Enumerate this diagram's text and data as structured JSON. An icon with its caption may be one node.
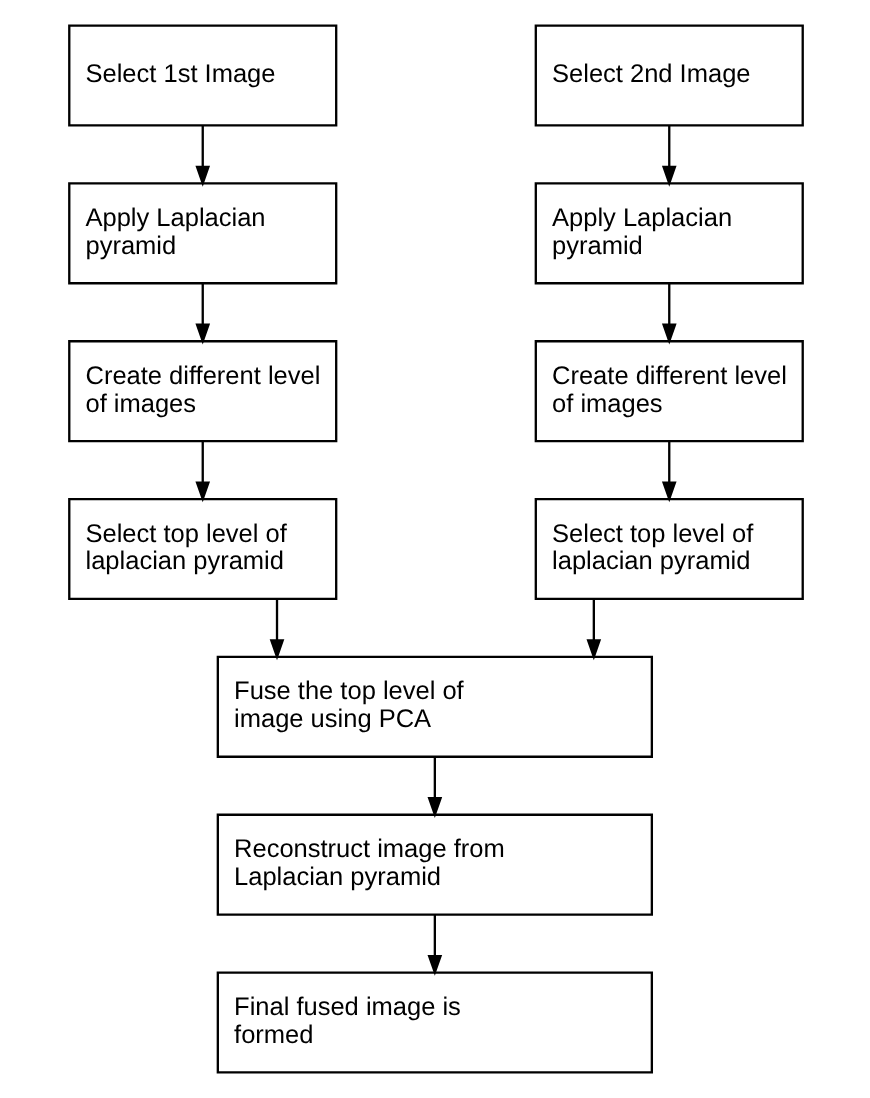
{
  "diagram": {
    "nodes": [
      {
        "text": [
          "Select 1st Image"
        ]
      },
      {
        "text": [
          "Apply Laplacian pyramid"
        ]
      },
      {
        "text": [
          "Create different level of images"
        ]
      },
      {
        "text": [
          "Select top level of laplacian pyramid"
        ]
      },
      {
        "text": [
          "Select 2nd Image"
        ]
      },
      {
        "text": [
          "Apply Laplacian pyramid"
        ]
      },
      {
        "text": [
          "Create different level of images"
        ]
      },
      {
        "text": [
          "Select top level of laplacian pyramid"
        ]
      },
      {
        "text": [
          "Fuse the top level of image using PCA"
        ]
      },
      {
        "text": [
          "Reconstruct image from Laplacian pyramid"
        ]
      },
      {
        "text": [
          "Final fused image is formed"
        ]
      }
    ],
    "edges": [
      {
        "from": 0,
        "to": 1,
        "arrow": "to"
      },
      {
        "from": 1,
        "to": 2,
        "arrow": "to"
      },
      {
        "from": 2,
        "to": 3,
        "arrow": "to"
      },
      {
        "from": 4,
        "to": 5,
        "arrow": "to"
      },
      {
        "from": 5,
        "to": 6,
        "arrow": "to"
      },
      {
        "from": 6,
        "to": 7,
        "arrow": "to"
      },
      {
        "from": 3,
        "to": 8,
        "arrow": "to"
      },
      {
        "from": 7,
        "to": 8,
        "arrow": "to"
      },
      {
        "from": 8,
        "to": 9,
        "arrow": "to"
      },
      {
        "from": 9,
        "to": 10,
        "arrow": "to"
      }
    ]
  }
}
